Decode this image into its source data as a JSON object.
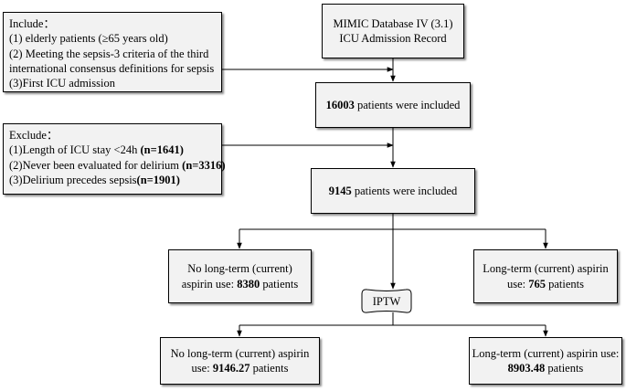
{
  "include_box": {
    "title": "Include：",
    "items": [
      "(1) elderly patients (≥65 years old)",
      "(2) Meeting the sepsis-3 criteria of the third",
      "international consensus definitions for sepsis",
      "(3)First ICU admission"
    ]
  },
  "source_box": {
    "line1": "MIMIC Database IV (3.1)",
    "line2": "ICU Admission Record"
  },
  "step1": {
    "count": "16003",
    "text": " patients were included"
  },
  "exclude_box": {
    "title": "Exclude：",
    "items": [
      {
        "text": "(1)Length of ICU stay <24h ",
        "bold": "(n=1641)"
      },
      {
        "text": "(2)Never been evaluated for delirium ",
        "bold": "(n=3316)"
      },
      {
        "text": "(3)Delirium precedes sepsis",
        "bold": "(n=1901)"
      }
    ]
  },
  "step2": {
    "count": "9145",
    "text": " patients were included"
  },
  "group_no": {
    "line1": "No long-term (current)",
    "line2_prefix": "aspirin use: ",
    "count": "8380",
    "line2_suffix": " patients"
  },
  "group_yes": {
    "line1": "Long-term (current) aspirin",
    "line2_prefix": "use: ",
    "count": "765",
    "line2_suffix": " patients"
  },
  "iptw_label": "IPTW",
  "weighted_no": {
    "line1": "No long-term (current) aspirin",
    "line2_prefix": "use: ",
    "count": "9146.27",
    "line2_suffix": " patients"
  },
  "weighted_yes": {
    "line1": "Long-term (current) aspirin use:",
    "count": "8903.48",
    "line2_suffix": " patients"
  }
}
